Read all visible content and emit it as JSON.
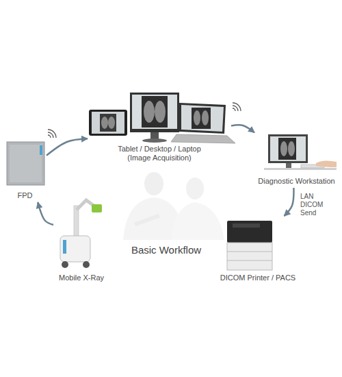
{
  "diagram": {
    "title": "Basic Workflow",
    "nodes": [
      {
        "text": [
          "Tablet / Desktop / Laptop (Image Acquisition)"
        ]
      },
      {
        "text": [
          "FPD"
        ]
      },
      {
        "text": [
          "Diagnostic Workstation"
        ]
      },
      {
        "text": [
          "DICOM Printer / PACS"
        ]
      },
      {
        "text": [
          "Mobile X-Ray"
        ]
      }
    ],
    "edges": [
      {
        "from": 1,
        "to": 0,
        "arrow": "to"
      },
      {
        "from": 0,
        "to": 2,
        "arrow": "to"
      },
      {
        "from": 2,
        "to": 3,
        "label": "LAN DICOM Send",
        "arrow": "to"
      },
      {
        "from": 4,
        "to": 1,
        "arrow": "to"
      }
    ]
  }
}
